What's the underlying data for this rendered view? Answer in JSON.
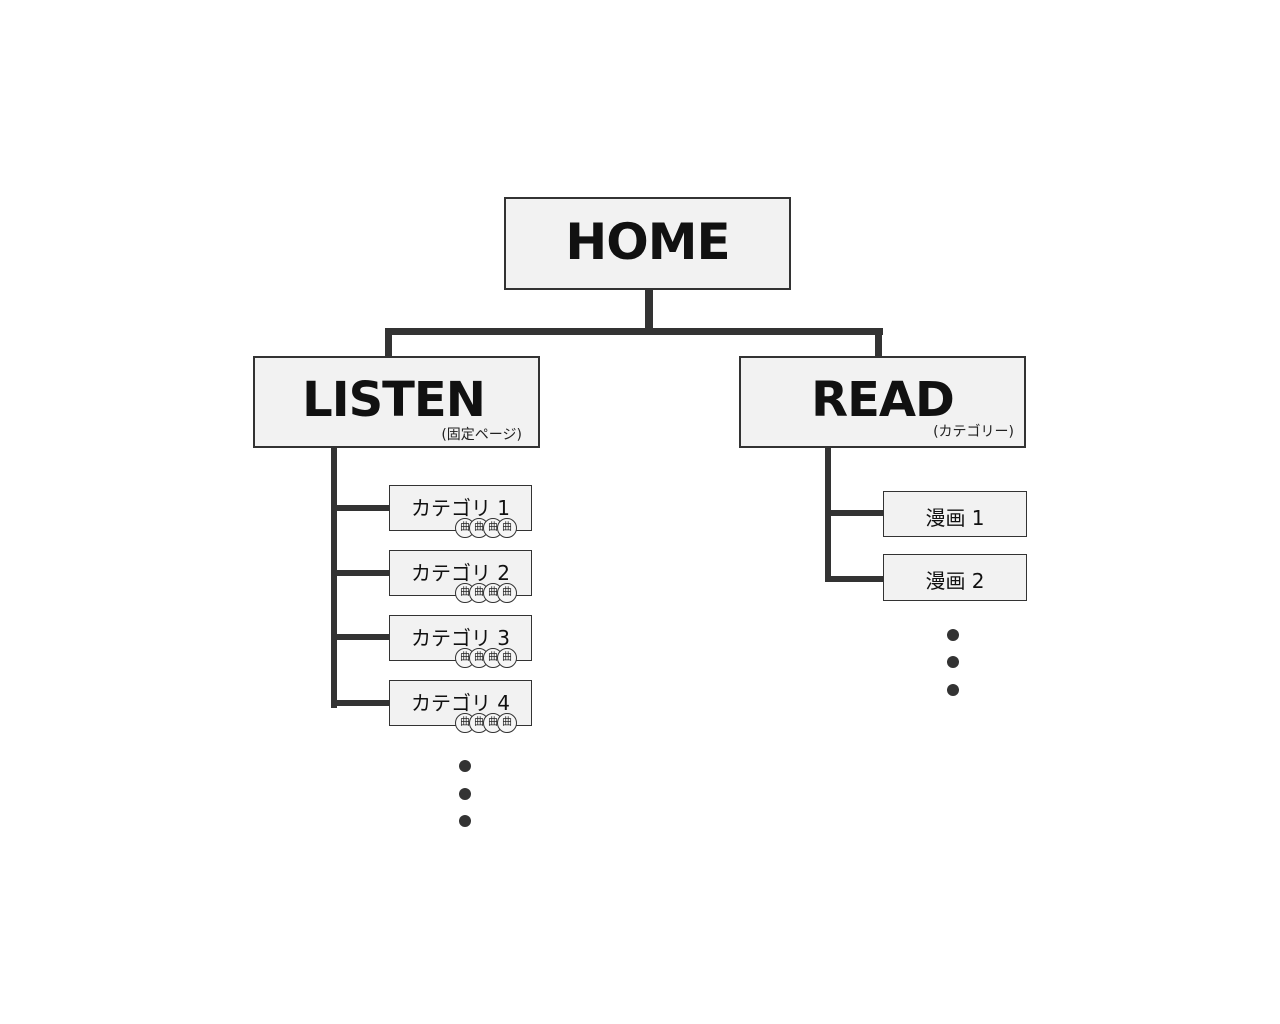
{
  "home": {
    "label": "HOME"
  },
  "listen": {
    "label": "LISTEN",
    "note": "(固定ページ)",
    "items": [
      {
        "label": "カテゴリ 1"
      },
      {
        "label": "カテゴリ 2"
      },
      {
        "label": "カテゴリ 3"
      },
      {
        "label": "カテゴリ 4"
      }
    ],
    "item_icon": {
      "name": "song-icon",
      "glyph": "曲",
      "count_per_item": 4
    }
  },
  "read": {
    "label": "READ",
    "note": "(カテゴリー)",
    "items": [
      {
        "label": "漫画 1"
      },
      {
        "label": "漫画 2"
      }
    ]
  },
  "colors": {
    "line": "#333333",
    "box_fill": "#f2f2f2",
    "background": "#ffffff"
  }
}
